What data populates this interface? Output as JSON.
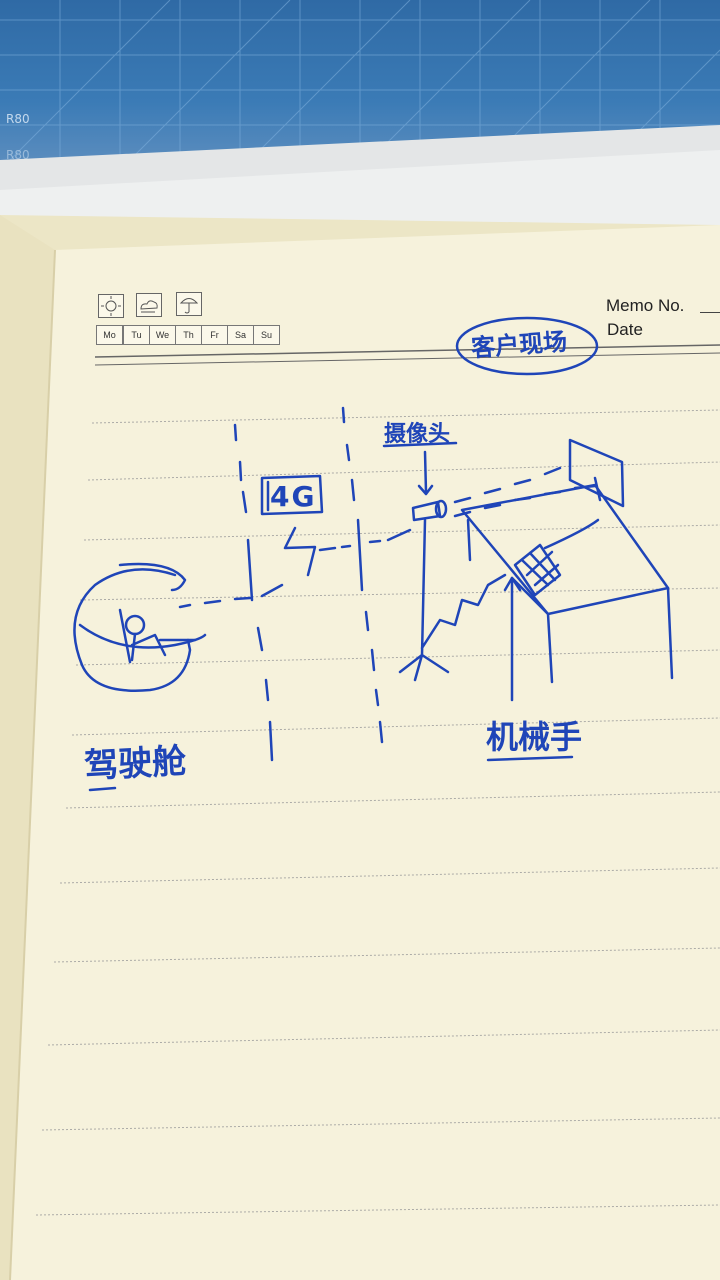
{
  "cutting_mat": {
    "labels": [
      "R80",
      "R80"
    ]
  },
  "notebook_header": {
    "weather_icons": [
      "sun-icon",
      "cloud-wind-icon",
      "umbrella-icon"
    ],
    "days": [
      "Mo",
      "Tu",
      "We",
      "Th",
      "Fr",
      "Sa",
      "Su"
    ],
    "memo_label": "Memo No.",
    "date_label": "Date"
  },
  "sketch": {
    "title": "客户现场",
    "network_label": "4G",
    "camera_label": "摄像头",
    "cockpit_label": "驾驶舱",
    "robot_arm_label": "机械手"
  },
  "colors": {
    "ink": "#1f45b8",
    "paper": "#f6f2dc",
    "mat": "#3b7bb6"
  }
}
